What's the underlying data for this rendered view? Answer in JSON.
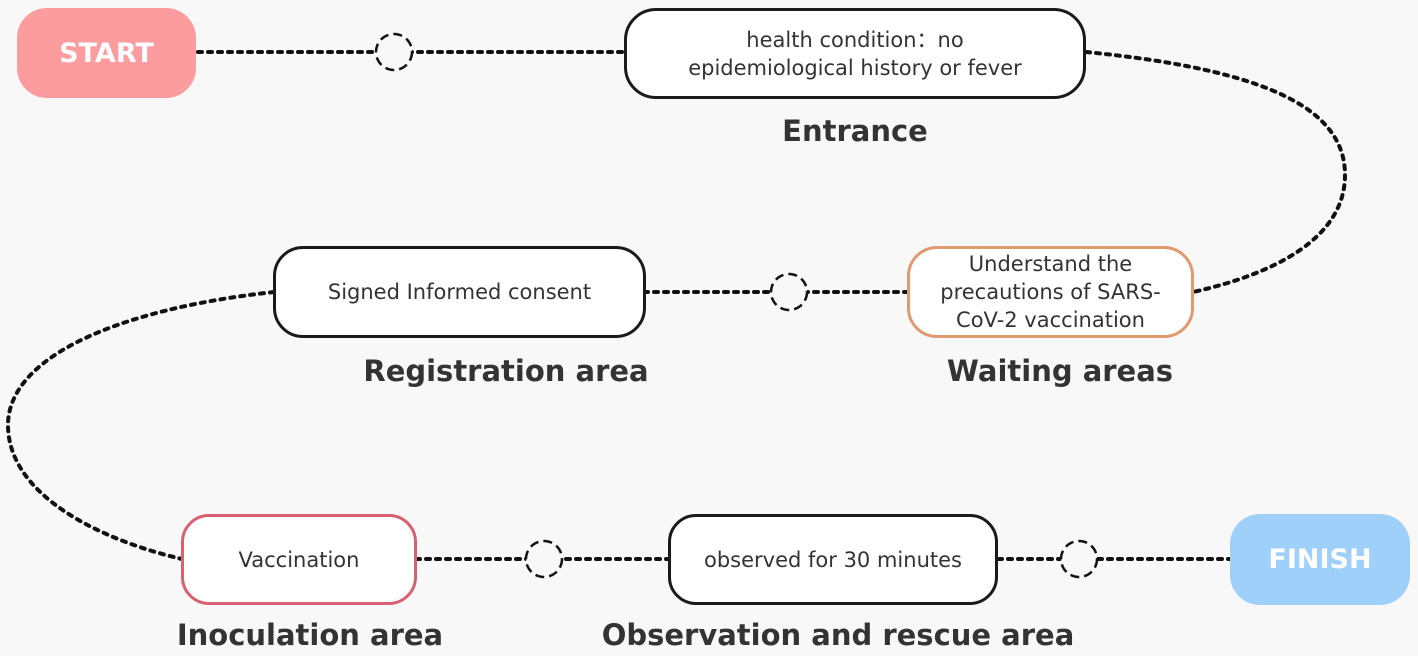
{
  "colors": {
    "start": "#fc9c9e",
    "finish": "#9fd0fa",
    "waiting_border": "#e09a70",
    "vaccination_border": "#d86070",
    "default_border": "#1a1a1a"
  },
  "start": {
    "label": "START"
  },
  "finish": {
    "label": "FINISH"
  },
  "entrance": {
    "box_line1": "health condition：no",
    "box_line2": "epidemiological history or fever",
    "area": "Entrance"
  },
  "waiting": {
    "box_line1": "Understand the",
    "box_line2": "precautions of SARS-",
    "box_line3": "CoV-2 vaccination",
    "area": "Waiting areas"
  },
  "registration": {
    "box": "Signed Informed consent",
    "area": "Registration area"
  },
  "inoculation": {
    "box": "Vaccination",
    "area": "Inoculation area"
  },
  "observation": {
    "box": "observed for 30 minutes",
    "area": "Observation and rescue area"
  }
}
